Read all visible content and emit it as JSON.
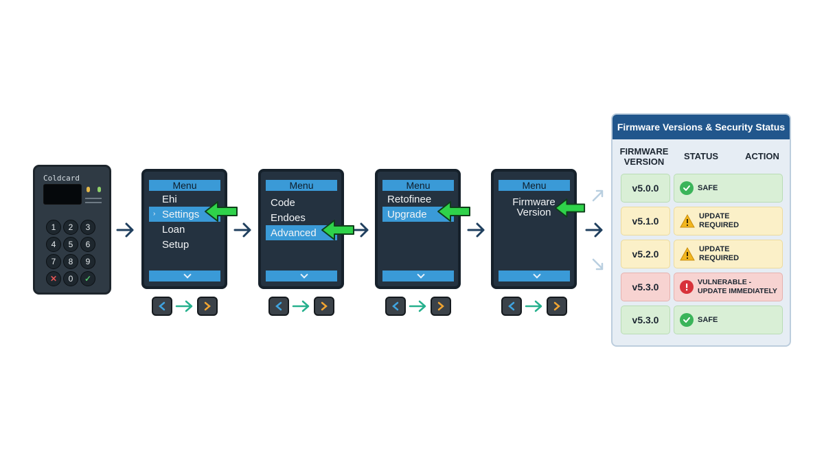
{
  "device": {
    "name": "Coldcard",
    "keys": [
      "1",
      "2",
      "3",
      "4",
      "5",
      "6",
      "7",
      "8",
      "9",
      "✕",
      "0",
      "✓"
    ]
  },
  "screens": [
    {
      "title": "Menu",
      "items": [
        "Ehi",
        "Settings",
        "Loan",
        "Setup"
      ]
    },
    {
      "title": "Menu",
      "items": [
        "Code",
        "Endoes",
        "Advanced"
      ]
    },
    {
      "title": "Menu",
      "items": [
        "Retofinee",
        "Upgrade"
      ]
    },
    {
      "title": "Menu",
      "items": [
        "Firmware",
        "Version"
      ]
    }
  ],
  "table": {
    "title": "Firmware Versions & Security Status",
    "headers": {
      "version": "FIRMWARE\nVERSION",
      "status": "STATUS",
      "action": "ACTION"
    },
    "rows": [
      {
        "version": "v5.0.0",
        "status": "SAFE",
        "level": "safe"
      },
      {
        "version": "v5.1.0",
        "status": "UPDATE\nREQUIRED",
        "level": "warn"
      },
      {
        "version": "v5.2.0",
        "status": "UPDATE\nREQUIRED",
        "level": "warn"
      },
      {
        "version": "v5.3.0",
        "status": "VULNERABLE -\nUPDATE IMMEDIATELY",
        "level": "vuln"
      },
      {
        "version": "v5.3.0",
        "status": "SAFE",
        "level": "safe"
      }
    ]
  },
  "colors": {
    "screen_bg": "#243240",
    "menu_accent": "#3a9ad7",
    "pointer_green": "#2fd24a",
    "flow_arrow": "#1f3f5e",
    "nav_back": "#3fa4e0",
    "nav_next": "#f2a531",
    "nav_arrow": "#26b08d",
    "safe": "#3bb45a",
    "warn": "#f2b61f",
    "vuln": "#d8323a",
    "table_header": "#21568c"
  },
  "icons": {
    "flow": "arrow-right-icon",
    "pointer": "green-arrow-pointer-icon",
    "safe": "check-circle-icon",
    "warn": "warning-triangle-icon",
    "vuln": "alert-circle-icon"
  }
}
